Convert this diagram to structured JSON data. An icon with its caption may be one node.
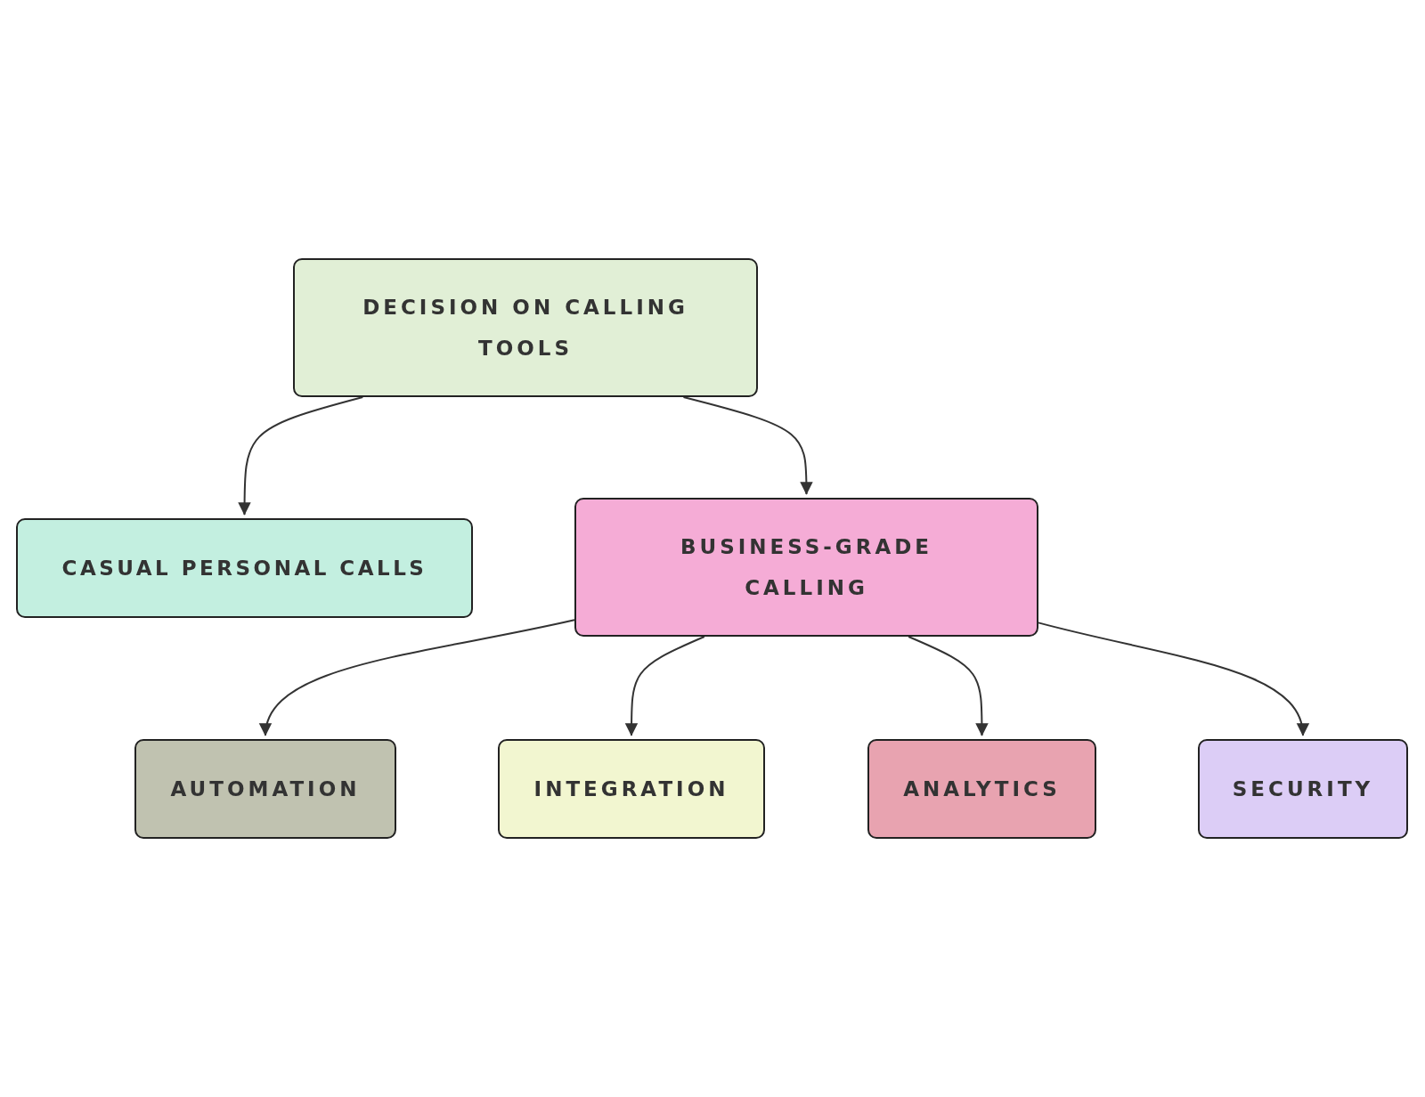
{
  "diagram": {
    "nodes": [
      {
        "text": [
          "DECISION ON CALLING TOOLS"
        ]
      },
      {
        "text": [
          "CASUAL PERSONAL CALLS"
        ]
      },
      {
        "text": [
          "BUSINESS-GRADE CALLING"
        ]
      },
      {
        "text": [
          "AUTOMATION"
        ]
      },
      {
        "text": [
          "INTEGRATION"
        ]
      },
      {
        "text": [
          "ANALYTICS"
        ]
      },
      {
        "text": [
          "SECURITY"
        ]
      }
    ],
    "edges": [
      {
        "from": 0,
        "to": 1,
        "arrow": "to"
      },
      {
        "from": 0,
        "to": 2,
        "arrow": "to"
      },
      {
        "from": 2,
        "to": 3,
        "arrow": "to"
      },
      {
        "from": 2,
        "to": 4,
        "arrow": "to"
      },
      {
        "from": 2,
        "to": 5,
        "arrow": "to"
      },
      {
        "from": 2,
        "to": 6,
        "arrow": "to"
      }
    ]
  }
}
